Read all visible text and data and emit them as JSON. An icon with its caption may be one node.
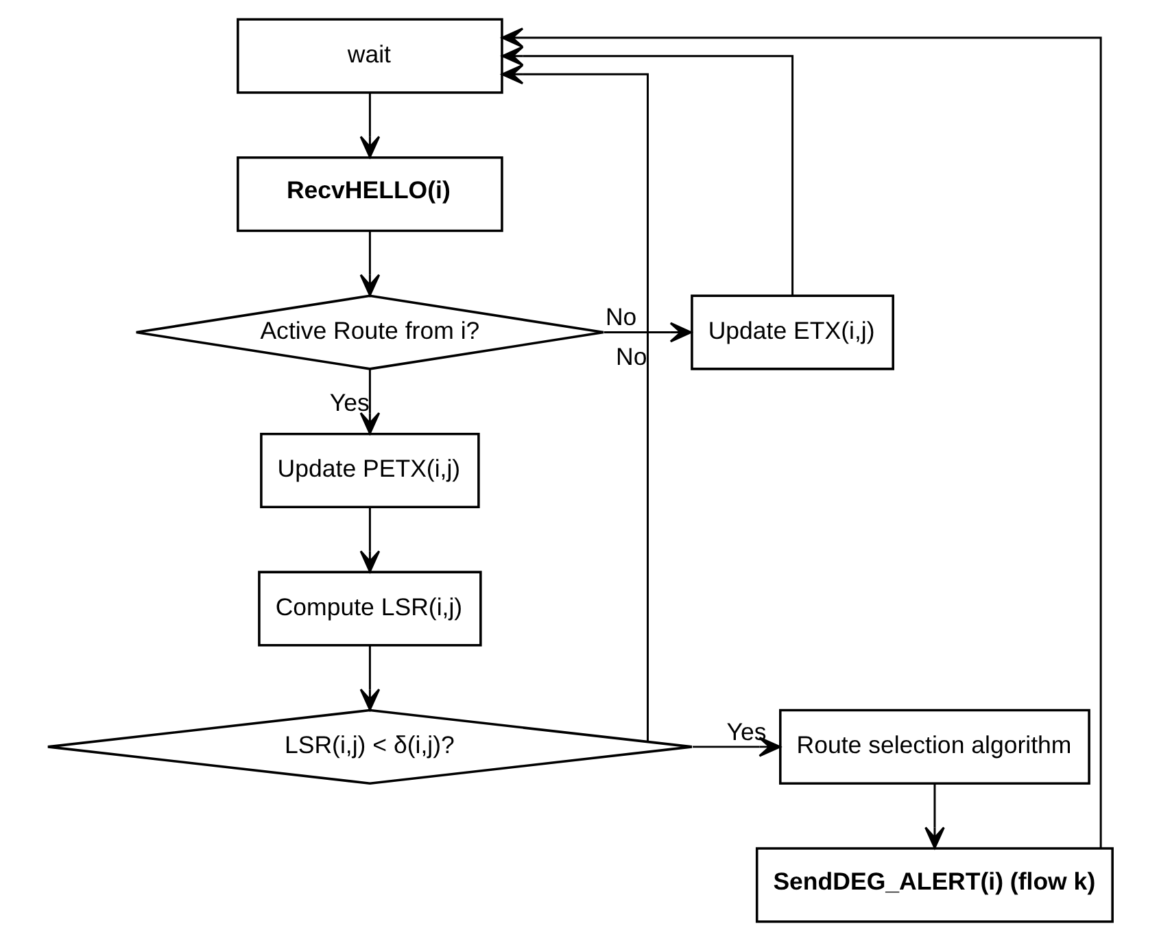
{
  "diagram": {
    "nodes": [
      {
        "text": [
          "wait"
        ]
      },
      {
        "text": [
          "RecvHELLO(i)"
        ]
      },
      {
        "text": [
          "Active Route from i?"
        ]
      },
      {
        "text": [
          "Update ETX(i,j)"
        ]
      },
      {
        "text": [
          "Update PETX(i,j)"
        ]
      },
      {
        "text": [
          "Compute LSR(i,j)"
        ]
      },
      {
        "text": [
          "LSR(i,j) < δ(i,j)?"
        ]
      },
      {
        "text": [
          "Route selection algorithm"
        ]
      },
      {
        "text": [
          "SendDEG_ALERT(i) (flow k)"
        ]
      }
    ],
    "edges": [
      {
        "from": 0,
        "to": 1,
        "arrow": "to"
      },
      {
        "from": 1,
        "to": 2,
        "arrow": "to"
      },
      {
        "from": 2,
        "to": 3,
        "arrow": "to",
        "label": "No"
      },
      {
        "from": 2,
        "to": 4,
        "arrow": "to",
        "label": "Yes"
      },
      {
        "from": 4,
        "to": 5,
        "arrow": "to"
      },
      {
        "from": 5,
        "to": 6,
        "arrow": "to"
      },
      {
        "from": 6,
        "to": 7,
        "arrow": "to",
        "label": "Yes"
      },
      {
        "from": 7,
        "to": 8,
        "arrow": "to"
      },
      {
        "from": 8,
        "to": 0,
        "arrow": "to"
      },
      {
        "from": 3,
        "to": 0,
        "arrow": "to"
      },
      {
        "from": 6,
        "to": 0,
        "arrow": "to",
        "label": "No"
      }
    ]
  }
}
